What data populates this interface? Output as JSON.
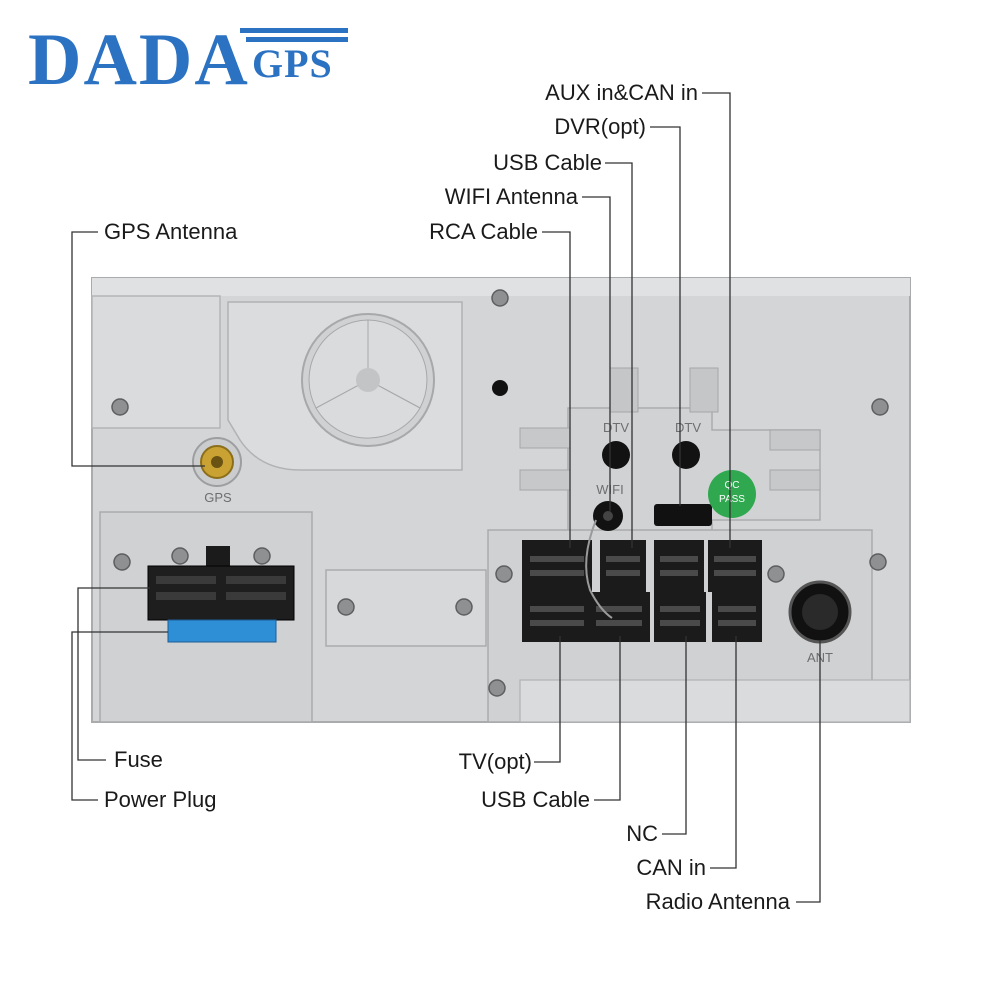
{
  "logo": {
    "main": "DADA",
    "sub": "GPS"
  },
  "panel_markings": {
    "gps": "GPS",
    "dtv_left": "DTV",
    "dtv_right": "DTV",
    "wifi": "WIFI",
    "ant": "ANT",
    "qc": "QC",
    "pass": "PASS"
  },
  "callouts": {
    "aux_can": "AUX in&CAN in",
    "dvr": "DVR(opt)",
    "usb_top": "USB Cable",
    "wifi_antenna": "WIFI Antenna",
    "rca": "RCA Cable",
    "gps_antenna": "GPS Antenna",
    "fuse": "Fuse",
    "power_plug": "Power Plug",
    "tv": "TV(opt)",
    "usb_bottom": "USB Cable",
    "nc": "NC",
    "can_in": "CAN in",
    "radio_antenna": "Radio Antenna"
  },
  "colors": {
    "brand": "#2b72c2",
    "panel": "#d6d8da",
    "connector": "#1e1e1e",
    "fuse": "#2f8fd6",
    "qc_sticker": "#2fa84f",
    "gps_gold": "#c9a233"
  }
}
